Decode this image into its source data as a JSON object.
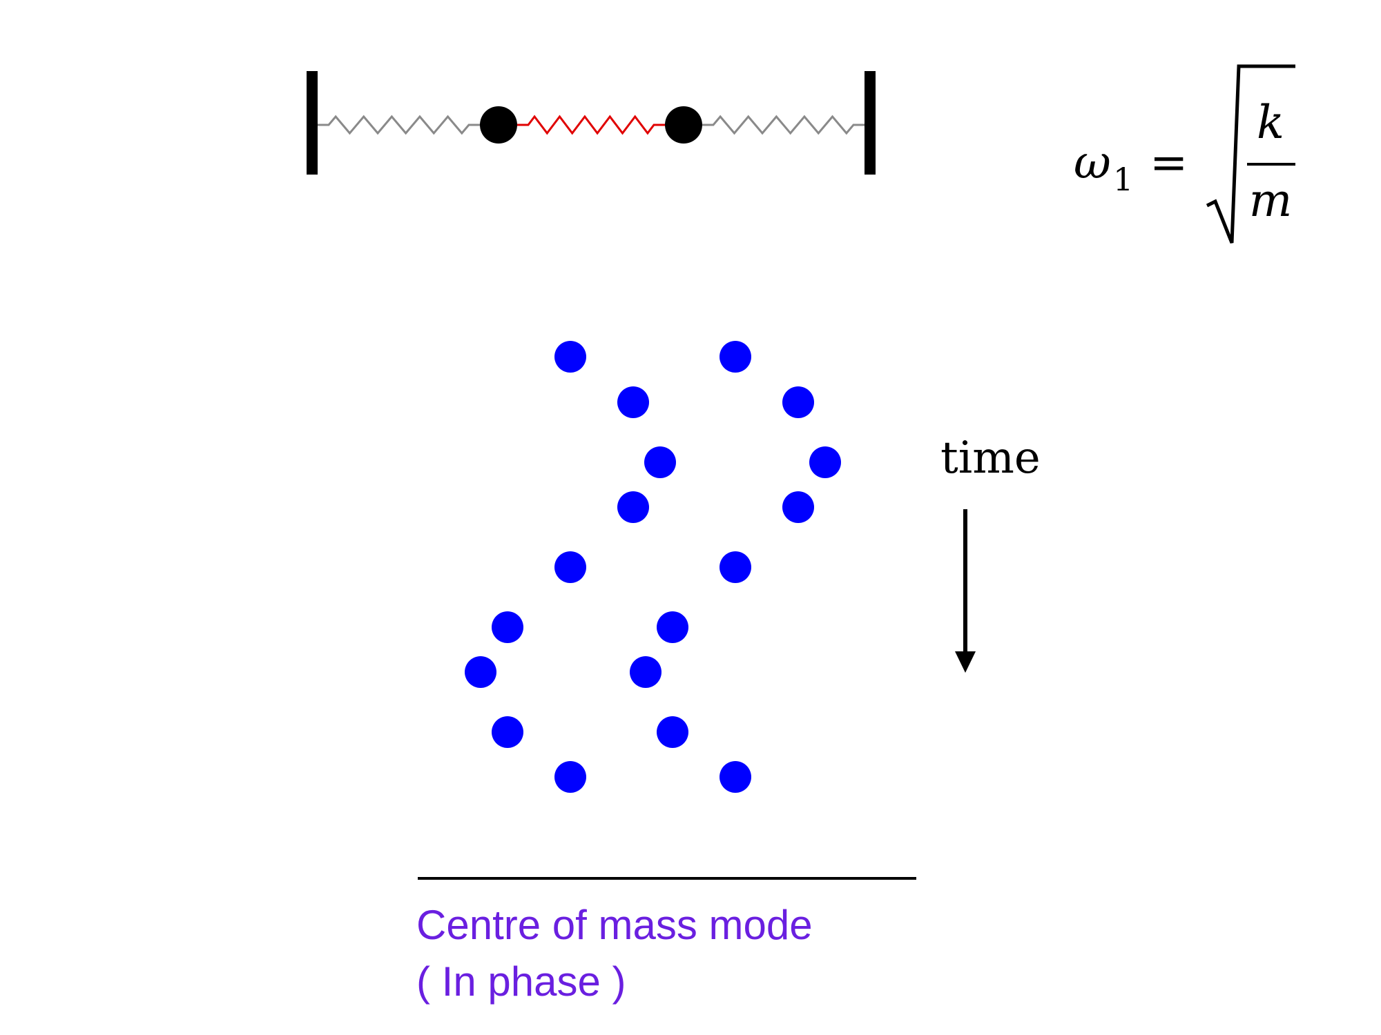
{
  "equation": {
    "lhs_symbol": "ω",
    "lhs_subscript": "1",
    "equals": "=",
    "numerator": "k",
    "denominator": "m"
  },
  "time_label": "time",
  "caption": {
    "line1": "Centre of mass mode",
    "line2": "( In phase )"
  },
  "colors": {
    "dot": "#0000ff",
    "coupling_spring": "#e00000",
    "outer_spring": "#8a8a8a",
    "mass": "#000000",
    "caption_text": "#6a1fe0"
  },
  "time_steps": [
    {
      "t": 0,
      "mass1_displacement": 0,
      "mass2_displacement": 0
    },
    {
      "t": 1,
      "mass1_displacement": 0.7,
      "mass2_displacement": 0.7
    },
    {
      "t": 2,
      "mass1_displacement": 1,
      "mass2_displacement": 1
    },
    {
      "t": 3,
      "mass1_displacement": 0.7,
      "mass2_displacement": 0.7
    },
    {
      "t": 4,
      "mass1_displacement": 0,
      "mass2_displacement": 0
    },
    {
      "t": 5,
      "mass1_displacement": -0.7,
      "mass2_displacement": -0.7
    },
    {
      "t": 6,
      "mass1_displacement": -1,
      "mass2_displacement": -1
    },
    {
      "t": 7,
      "mass1_displacement": -0.7,
      "mass2_displacement": -0.7
    },
    {
      "t": 8,
      "mass1_displacement": 0,
      "mass2_displacement": 0
    }
  ]
}
